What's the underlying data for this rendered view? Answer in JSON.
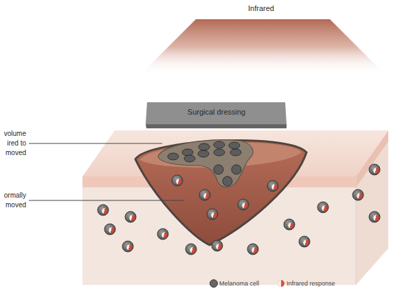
{
  "diagram": {
    "nodes": [
      {
        "text": [
          "Infrared"
        ]
      },
      {
        "text": [
          "Surgical dressing"
        ]
      }
    ],
    "labels": [
      "volume ired to moved",
      "ormally moved"
    ],
    "legend": [
      {
        "text": "Melanoma cell"
      },
      {
        "text": "Infrared response"
      }
    ]
  }
}
